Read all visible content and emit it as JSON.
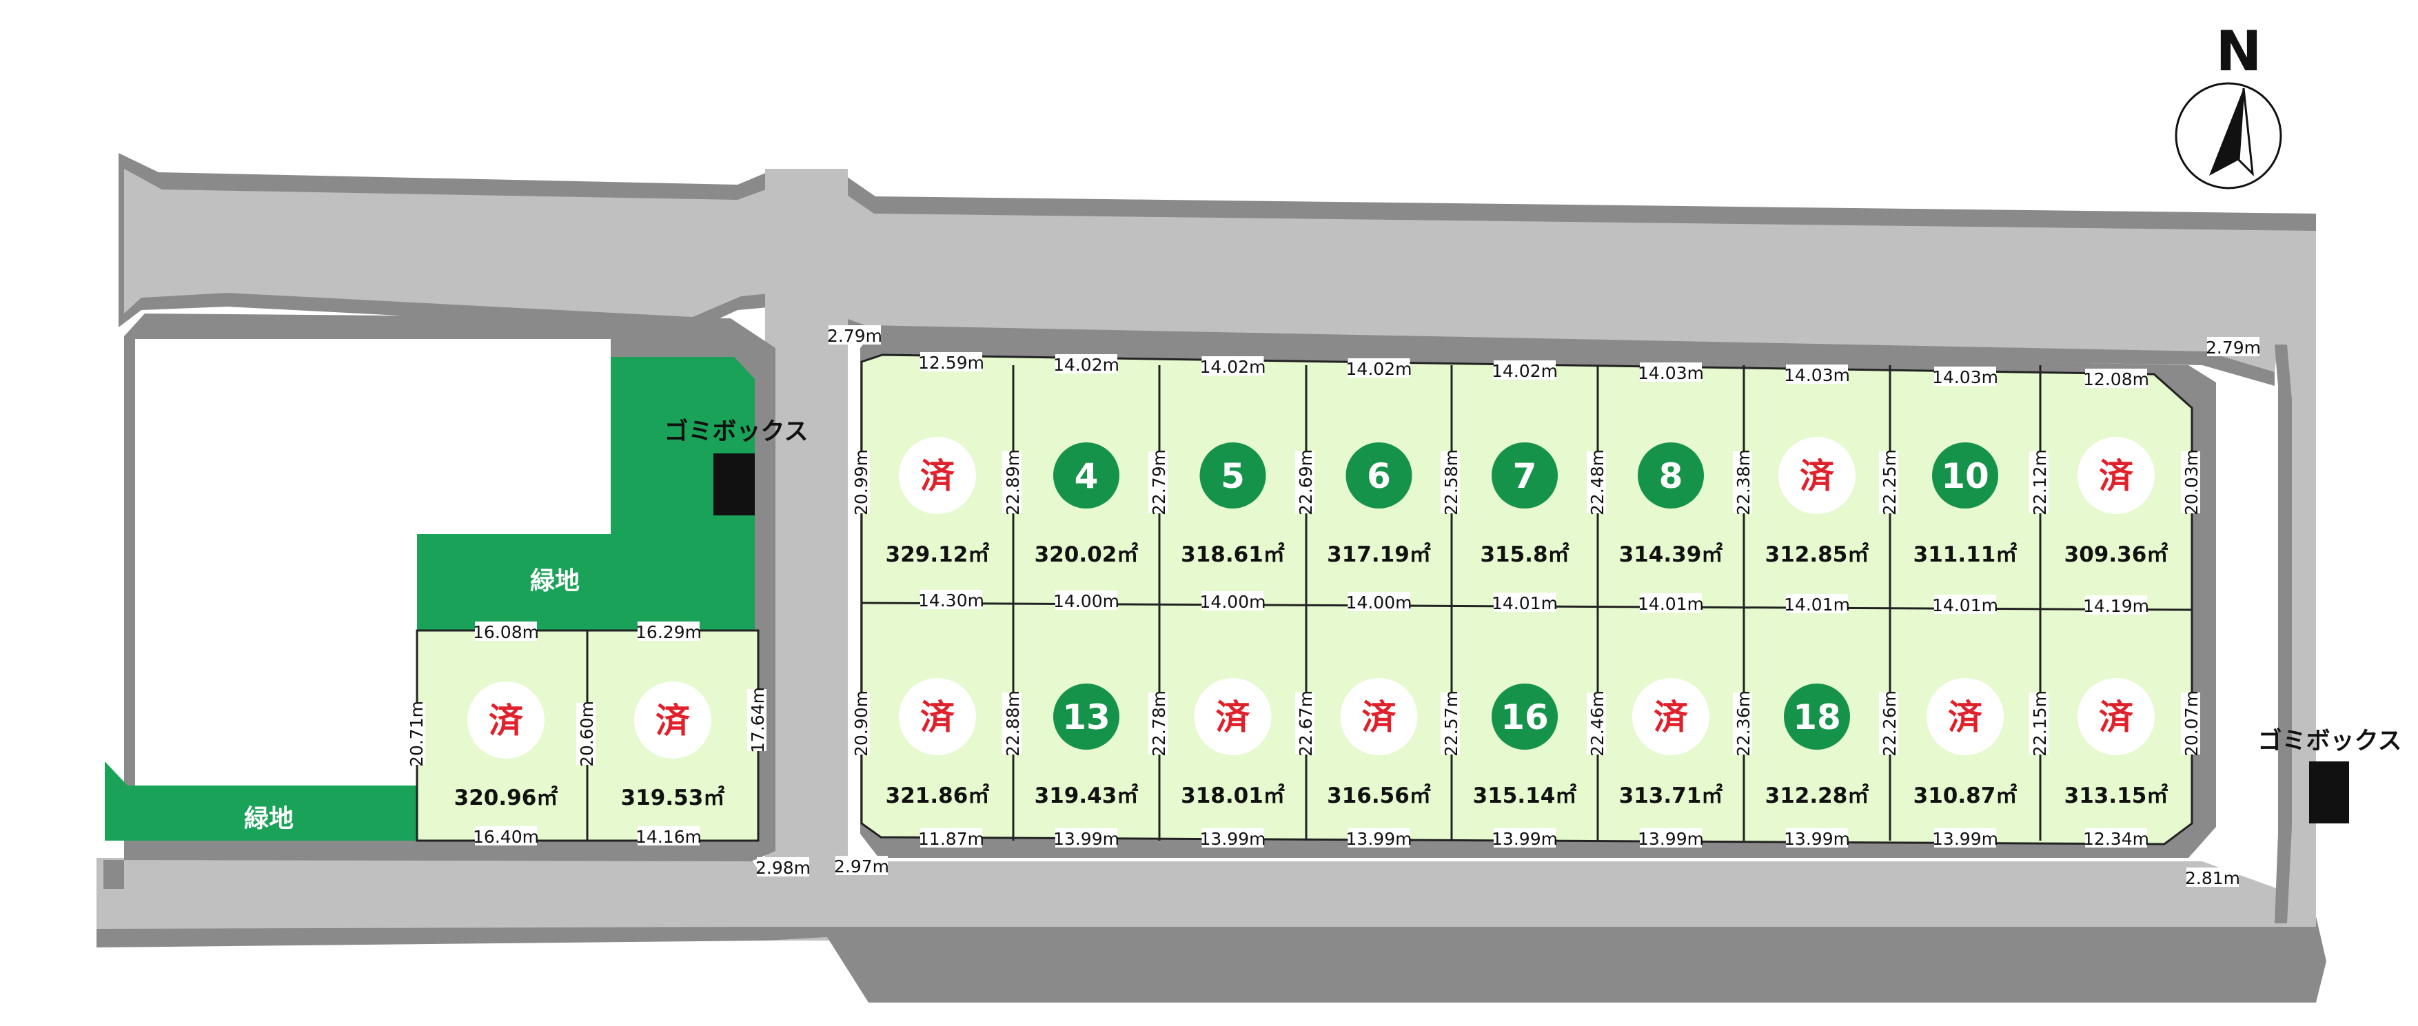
{
  "compass": {
    "letter": "N"
  },
  "labels": {
    "gomi_box": "ゴミボックス",
    "green_space": "緑地",
    "sold": "済"
  },
  "colors": {
    "road": "#c0c0c0",
    "road_edge": "#8a8a8a",
    "lot": "#e6f9cf",
    "green_space": "#1aa358",
    "badge": "#16934a",
    "sold_text": "#e0202a"
  },
  "lots": [
    {
      "id": "1",
      "status": "sold",
      "area": "329.12㎡"
    },
    {
      "id": "4",
      "status": "available",
      "area": "320.02㎡"
    },
    {
      "id": "5",
      "status": "available",
      "area": "318.61㎡"
    },
    {
      "id": "6",
      "status": "available",
      "area": "317.19㎡"
    },
    {
      "id": "7",
      "status": "available",
      "area": "315.8㎡"
    },
    {
      "id": "8",
      "status": "available",
      "area": "314.39㎡"
    },
    {
      "id": "9",
      "status": "sold",
      "area": "312.85㎡"
    },
    {
      "id": "10",
      "status": "available",
      "area": "311.11㎡"
    },
    {
      "id": "11",
      "status": "sold",
      "area": "309.36㎡"
    },
    {
      "id": "12b",
      "status": "sold",
      "area": "321.86㎡"
    },
    {
      "id": "13",
      "status": "available",
      "area": "319.43㎡"
    },
    {
      "id": "14",
      "status": "sold",
      "area": "318.01㎡"
    },
    {
      "id": "15",
      "status": "sold",
      "area": "316.56㎡"
    },
    {
      "id": "16",
      "status": "available",
      "area": "315.14㎡"
    },
    {
      "id": "17",
      "status": "sold",
      "area": "313.71㎡"
    },
    {
      "id": "18",
      "status": "available",
      "area": "312.28㎡"
    },
    {
      "id": "19",
      "status": "sold",
      "area": "310.87㎡"
    },
    {
      "id": "20",
      "status": "sold",
      "area": "313.15㎡"
    },
    {
      "id": "2",
      "status": "sold",
      "area": "320.96㎡"
    },
    {
      "id": "3",
      "status": "sold",
      "area": "319.53㎡"
    }
  ],
  "dimensions": {
    "top_frontages": [
      "12.59m",
      "14.02m",
      "14.02m",
      "14.02m",
      "14.02m",
      "14.03m",
      "14.03m",
      "14.03m",
      "12.08m"
    ],
    "middle_line": [
      "14.30m",
      "14.00m",
      "14.00m",
      "14.00m",
      "14.01m",
      "14.01m",
      "14.01m",
      "14.01m",
      "14.19m"
    ],
    "bottom_frontages": [
      "11.87m",
      "13.99m",
      "13.99m",
      "13.99m",
      "13.99m",
      "13.99m",
      "13.99m",
      "13.99m",
      "12.34m"
    ],
    "upper_depths": [
      "20.99m",
      "22.89m",
      "22.79m",
      "22.69m",
      "22.58m",
      "22.48m",
      "22.38m",
      "22.25m",
      "22.12m",
      "20.03m"
    ],
    "lower_depths": [
      "20.90m",
      "22.88m",
      "22.78m",
      "22.67m",
      "22.57m",
      "22.46m",
      "22.36m",
      "22.26m",
      "22.15m",
      "20.07m"
    ],
    "corners": [
      "2.79m",
      "2.79m",
      "2.97m",
      "2.81m",
      "2.98m"
    ],
    "west_top": [
      "16.08m",
      "16.29m"
    ],
    "west_bottom": [
      "16.40m",
      "14.16m"
    ],
    "west_depths": [
      "20.71m",
      "20.60m",
      "17.64m"
    ]
  }
}
